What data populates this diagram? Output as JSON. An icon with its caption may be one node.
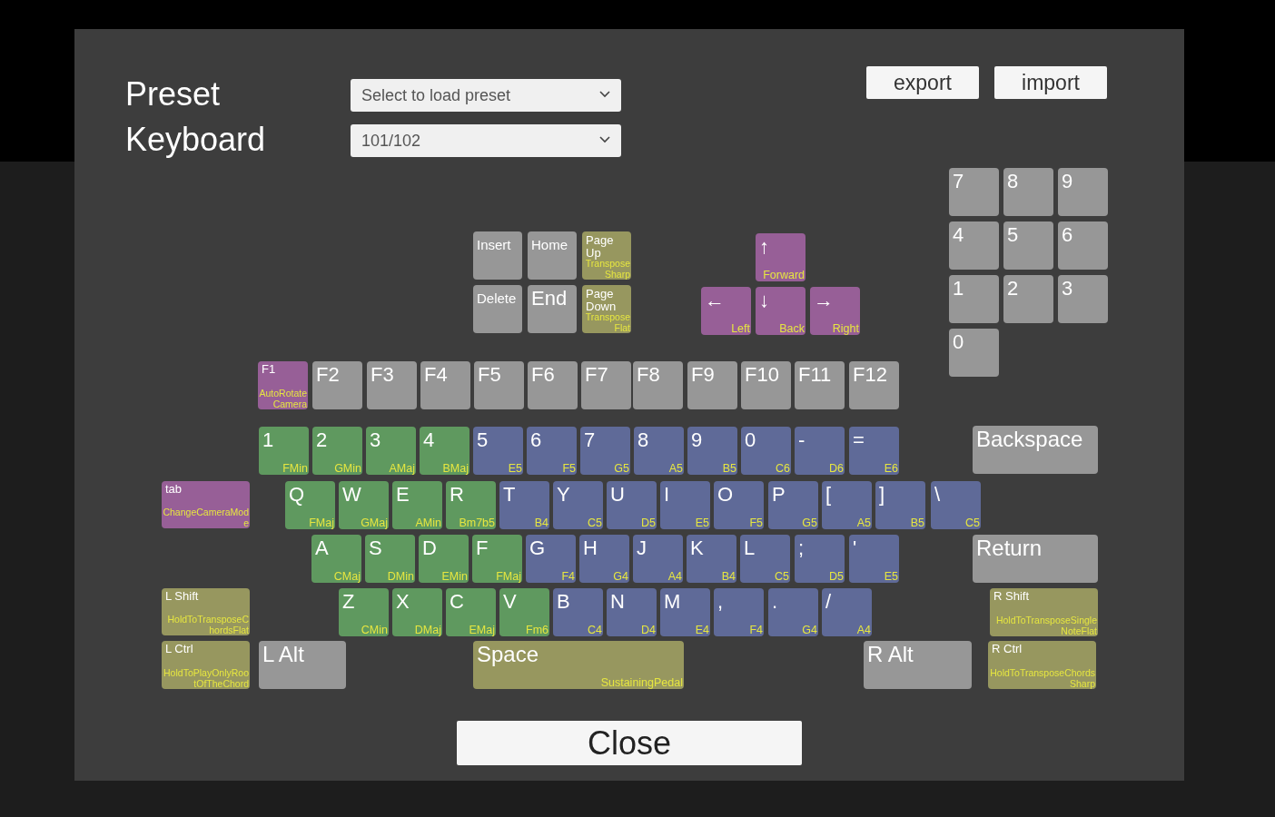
{
  "diagram": {
    "labels": [
      "Preset",
      "Keyboard"
    ],
    "nodes": [
      {
        "text": [
          "Select to load preset"
        ]
      },
      {
        "text": [
          "export"
        ]
      },
      {
        "text": [
          "import"
        ]
      },
      {
        "text": [
          "101/102"
        ]
      },
      {
        "text": [
          "7"
        ]
      },
      {
        "text": [
          "8"
        ]
      },
      {
        "text": [
          "9"
        ]
      },
      {
        "text": [
          "4"
        ]
      },
      {
        "text": [
          "5"
        ]
      },
      {
        "text": [
          "6"
        ]
      },
      {
        "text": [
          "Insert"
        ]
      },
      {
        "text": [
          "Home"
        ]
      },
      {
        "text": [
          "Page Up",
          "TransposeSharp"
        ]
      },
      {
        "text": [
          "↑",
          "Forward"
        ]
      },
      {
        "text": [
          "1"
        ]
      },
      {
        "text": [
          "2"
        ]
      },
      {
        "text": [
          "3"
        ]
      },
      {
        "text": [
          "Delete"
        ]
      },
      {
        "text": [
          "End"
        ]
      },
      {
        "text": [
          "Page Down",
          "TransposeFlat"
        ]
      },
      {
        "text": [
          "←",
          "Left"
        ]
      },
      {
        "text": [
          "↓",
          "Back"
        ]
      },
      {
        "text": [
          "→",
          "Right"
        ]
      },
      {
        "text": [
          "0"
        ]
      },
      {
        "text": [
          "F1",
          "AutoRotateCamera"
        ]
      },
      {
        "text": [
          "F2"
        ]
      },
      {
        "text": [
          "F3"
        ]
      },
      {
        "text": [
          "F4"
        ]
      },
      {
        "text": [
          "F5"
        ]
      },
      {
        "text": [
          "F6"
        ]
      },
      {
        "text": [
          "F7"
        ]
      },
      {
        "text": [
          "F8"
        ]
      },
      {
        "text": [
          "F9"
        ]
      },
      {
        "text": [
          "F10"
        ]
      },
      {
        "text": [
          "F11"
        ]
      },
      {
        "text": [
          "F12"
        ]
      },
      {
        "text": [
          "1",
          "FMin"
        ]
      },
      {
        "text": [
          "2",
          "GMin"
        ]
      },
      {
        "text": [
          "3",
          "AMaj"
        ]
      },
      {
        "text": [
          "4",
          "BMaj"
        ]
      },
      {
        "text": [
          "5",
          "E5"
        ]
      },
      {
        "text": [
          "6",
          "F5"
        ]
      },
      {
        "text": [
          "7",
          "G5"
        ]
      },
      {
        "text": [
          "8",
          "A5"
        ]
      },
      {
        "text": [
          "9",
          "B5"
        ]
      },
      {
        "text": [
          "0",
          "C6"
        ]
      },
      {
        "text": [
          "-",
          "D6"
        ]
      },
      {
        "text": [
          "=",
          "E6"
        ]
      },
      {
        "text": [
          "Backspace"
        ]
      },
      {
        "text": [
          "tab",
          "ChangeCameraMode"
        ]
      },
      {
        "text": [
          "Q",
          "FMaj"
        ]
      },
      {
        "text": [
          "W",
          "GMaj"
        ]
      },
      {
        "text": [
          "E",
          "AMin"
        ]
      },
      {
        "text": [
          "R",
          "Bm7b5"
        ]
      },
      {
        "text": [
          "T",
          "B4"
        ]
      },
      {
        "text": [
          "Y",
          "C5"
        ]
      },
      {
        "text": [
          "U",
          "D5"
        ]
      },
      {
        "text": [
          "I",
          "E5"
        ]
      },
      {
        "text": [
          "O",
          "F5"
        ]
      },
      {
        "text": [
          "P",
          "G5"
        ]
      },
      {
        "text": [
          "[",
          "A5"
        ]
      },
      {
        "text": [
          "]",
          "B5"
        ]
      },
      {
        "text": [
          "\\",
          "C5"
        ]
      },
      {
        "text": [
          "A",
          "CMaj"
        ]
      },
      {
        "text": [
          "S",
          "DMin"
        ]
      },
      {
        "text": [
          "D",
          "EMin"
        ]
      },
      {
        "text": [
          "F",
          "FMaj"
        ]
      },
      {
        "text": [
          "G",
          "F4"
        ]
      },
      {
        "text": [
          "H",
          "G4"
        ]
      },
      {
        "text": [
          "J",
          "A4"
        ]
      },
      {
        "text": [
          "K",
          "B4"
        ]
      },
      {
        "text": [
          "L",
          "C5"
        ]
      },
      {
        "text": [
          ";",
          "D5"
        ]
      },
      {
        "text": [
          "'",
          "E5"
        ]
      },
      {
        "text": [
          "Return"
        ]
      },
      {
        "text": [
          "L Shift",
          "HoldToTransposeChordsFlat"
        ]
      },
      {
        "text": [
          "Z",
          "CMin"
        ]
      },
      {
        "text": [
          "X",
          "DMaj"
        ]
      },
      {
        "text": [
          "C",
          "EMaj"
        ]
      },
      {
        "text": [
          "V",
          "Fm6"
        ]
      },
      {
        "text": [
          "B",
          "C4"
        ]
      },
      {
        "text": [
          "N",
          "D4"
        ]
      },
      {
        "text": [
          "M",
          "E4"
        ]
      },
      {
        "text": [
          ",",
          "F4"
        ]
      },
      {
        "text": [
          ".",
          "G4"
        ]
      },
      {
        "text": [
          "/",
          "A4"
        ]
      },
      {
        "text": [
          "R Shift",
          "HoldToTransposeSingleNoteFlat"
        ]
      },
      {
        "text": [
          "L Ctrl",
          "HoldToPlayOnlyRootOfTheChord"
        ]
      },
      {
        "text": [
          "L Alt"
        ]
      },
      {
        "text": [
          "Space",
          "SustainingPedal"
        ]
      },
      {
        "text": [
          "R Alt"
        ]
      },
      {
        "text": [
          "R Ctrl",
          "HoldToTransposeChordsSharp"
        ]
      },
      {
        "text": [
          "Close"
        ]
      }
    ]
  }
}
